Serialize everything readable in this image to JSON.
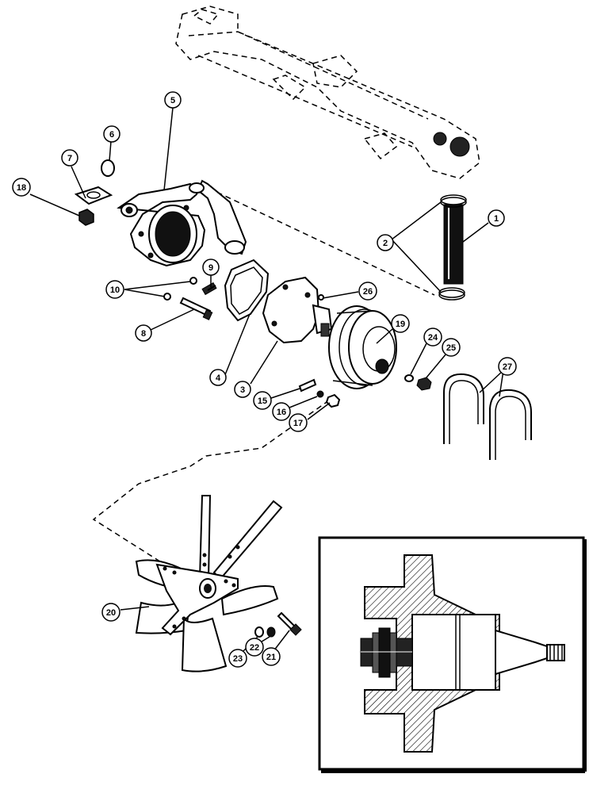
{
  "callouts": [
    {
      "id": "c1",
      "label": "1"
    },
    {
      "id": "c2",
      "label": "2"
    },
    {
      "id": "c3",
      "label": "3"
    },
    {
      "id": "c4",
      "label": "4"
    },
    {
      "id": "c5",
      "label": "5"
    },
    {
      "id": "c6",
      "label": "6"
    },
    {
      "id": "c7",
      "label": "7"
    },
    {
      "id": "c8",
      "label": "8"
    },
    {
      "id": "c9",
      "label": "9"
    },
    {
      "id": "c10",
      "label": "10"
    },
    {
      "id": "c15",
      "label": "15"
    },
    {
      "id": "c16",
      "label": "16"
    },
    {
      "id": "c17",
      "label": "17"
    },
    {
      "id": "c18",
      "label": "18"
    },
    {
      "id": "c19",
      "label": "19"
    },
    {
      "id": "c20",
      "label": "20"
    },
    {
      "id": "c21",
      "label": "21"
    },
    {
      "id": "c22",
      "label": "22"
    },
    {
      "id": "c23",
      "label": "23"
    },
    {
      "id": "c24",
      "label": "24"
    },
    {
      "id": "c25",
      "label": "25"
    },
    {
      "id": "c26",
      "label": "26"
    },
    {
      "id": "c27",
      "label": "27"
    }
  ]
}
